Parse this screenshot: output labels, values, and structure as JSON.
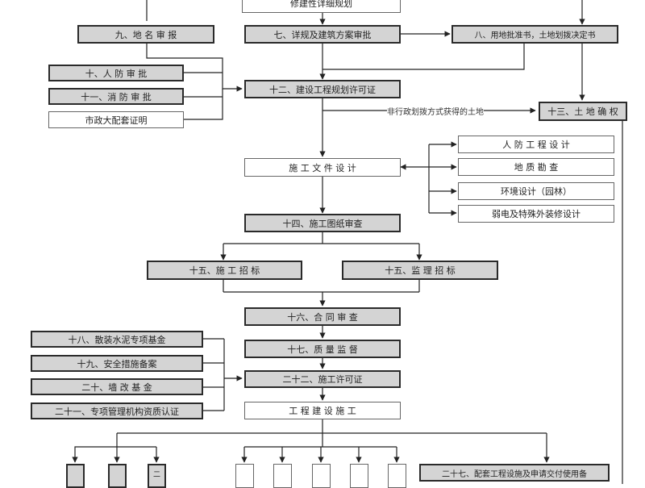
{
  "nodes": {
    "detailed_plan": "修建性详细规划",
    "n9": "九、地 名 审 报",
    "n7": "七、详规及建筑方案审批",
    "n8": "八、用地批准书，土地划拨决定书",
    "n10": "十、人 防 审 批",
    "n11": "十一、消 防 审 批",
    "municipal": "市政大配套证明",
    "n12": "十二、建设工程规划许可证",
    "n13": "十三、土 地 确 权",
    "construction_design": "施 工 文 件 设 计",
    "civil_defense_design": "人 防 工 程 设 计",
    "geo_survey": "地 质 勘 查",
    "env_design": "环境设计（园林）",
    "electrical_design": "弱电及特殊外装修设计",
    "n14": "十四、施工图纸审查",
    "n15a": "十五、施 工 招 标",
    "n15b": "十五、监 理 招 标",
    "n16": "十六、合 同 审 查",
    "n17": "十七、质 量 监 督",
    "n18": "十八、散装水泥专项基金",
    "n19": "十九、安全措施备案",
    "n20": "二十、墙 改 基 金",
    "n21": "二十一、专项管理机构资质认证",
    "n22": "二十二、施工许可证",
    "construction": "工 程 建 设 施 工",
    "n27": "二十七、配套工程设施及申请交付使用备",
    "small_right_box": "二"
  },
  "edge_labels": {
    "non_admin_land": "非行政划拨方式获得的土地"
  }
}
